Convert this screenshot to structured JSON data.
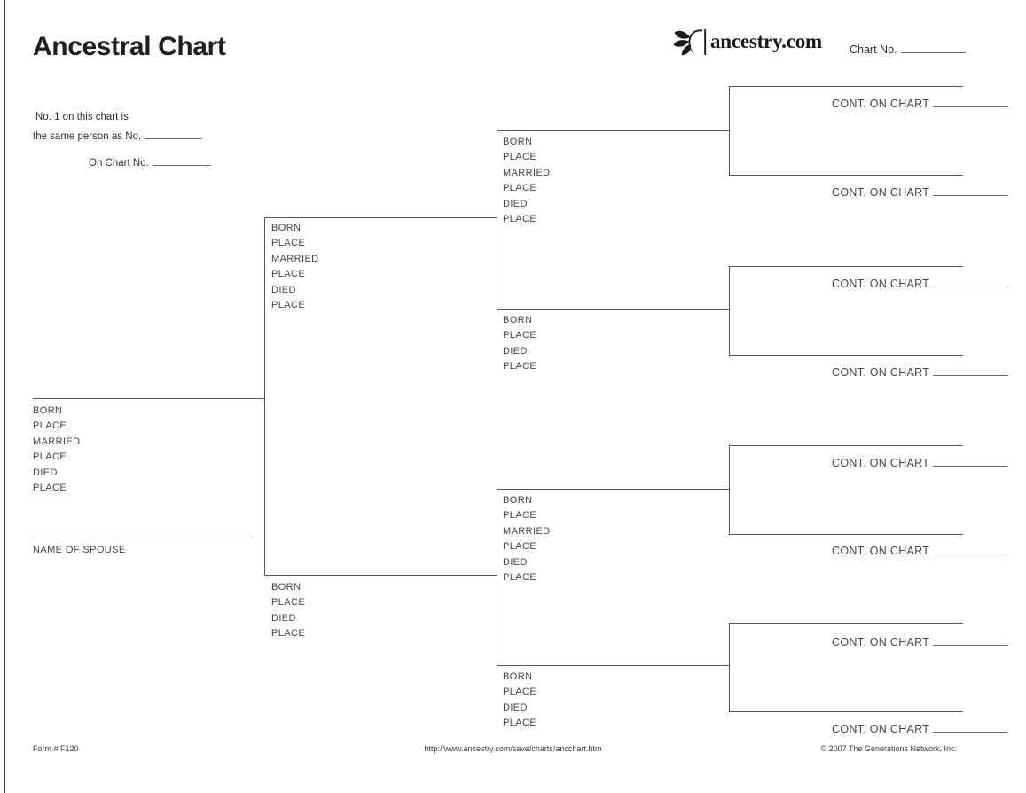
{
  "header": {
    "title": "Ancestral Chart",
    "brand": {
      "logo_text": "ancestry.com"
    },
    "chart_no_label": "Chart No."
  },
  "reference": {
    "line1": "No. 1 on this chart is",
    "line2": "the same person as No.",
    "line3": "On Chart No."
  },
  "labels": {
    "full": [
      "BORN",
      "PLACE",
      "MARRIED",
      "PLACE",
      "DIED",
      "PLACE"
    ],
    "short": [
      "BORN",
      "PLACE",
      "DIED",
      "PLACE"
    ],
    "spouse": "NAME OF SPOUSE",
    "cont": "CONT. ON CHART"
  },
  "footer": {
    "form_number": "Form # F120",
    "url": "http://www.ancestry.com/save/charts/ancchart.htm",
    "copyright": "© 2007 The Generations Network, Inc."
  },
  "colors": {
    "ink": "#1f1f1f",
    "line": "#545454",
    "label_text": "#454545"
  }
}
